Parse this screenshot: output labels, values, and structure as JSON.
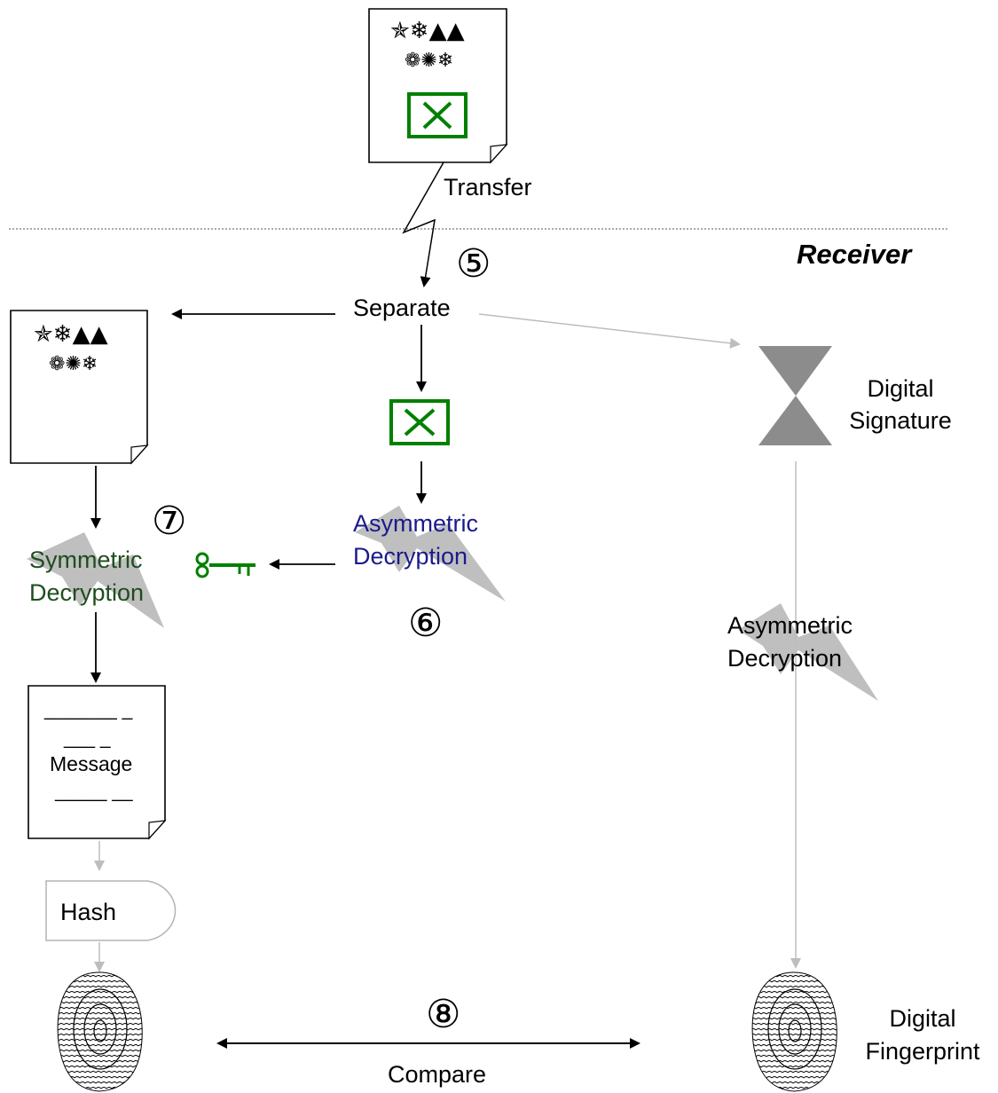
{
  "header": {
    "section_label": "Receiver"
  },
  "transfer": {
    "label": "Transfer"
  },
  "steps": {
    "s5": "⑤",
    "s6": "⑥",
    "s7": "⑦",
    "s8": "⑧"
  },
  "separate": {
    "label": "Separate"
  },
  "encrypted_doc": {
    "glyph_row1": "✯❄▲▲",
    "glyph_row2": "❁✺❄"
  },
  "digital_signature": {
    "line1": "Digital",
    "line2": "Signature"
  },
  "asym_decryption_center": {
    "line1": "Asymmetric",
    "line2": "Decryption"
  },
  "asym_decryption_right": {
    "line1": "Asymmetric",
    "line2": "Decryption"
  },
  "sym_decryption": {
    "line1": "Symmetric",
    "line2": "Decryption"
  },
  "message_doc": {
    "line1": "_______ _",
    "line2": "___ _",
    "label": "Message",
    "line4": "_____ __"
  },
  "hash": {
    "label": "Hash"
  },
  "compare": {
    "label": "Compare"
  },
  "fingerprint": {
    "line1": "Digital",
    "line2": "Fingerprint"
  },
  "colors": {
    "black": "#000000",
    "green": "#008000",
    "dark_green": "#1e4d1e",
    "navy": "#1a1a8c",
    "light_gray": "#b3b3b3",
    "bolt_gray": "#bfbfbf",
    "hourglass_gray": "#8c8c8c"
  }
}
